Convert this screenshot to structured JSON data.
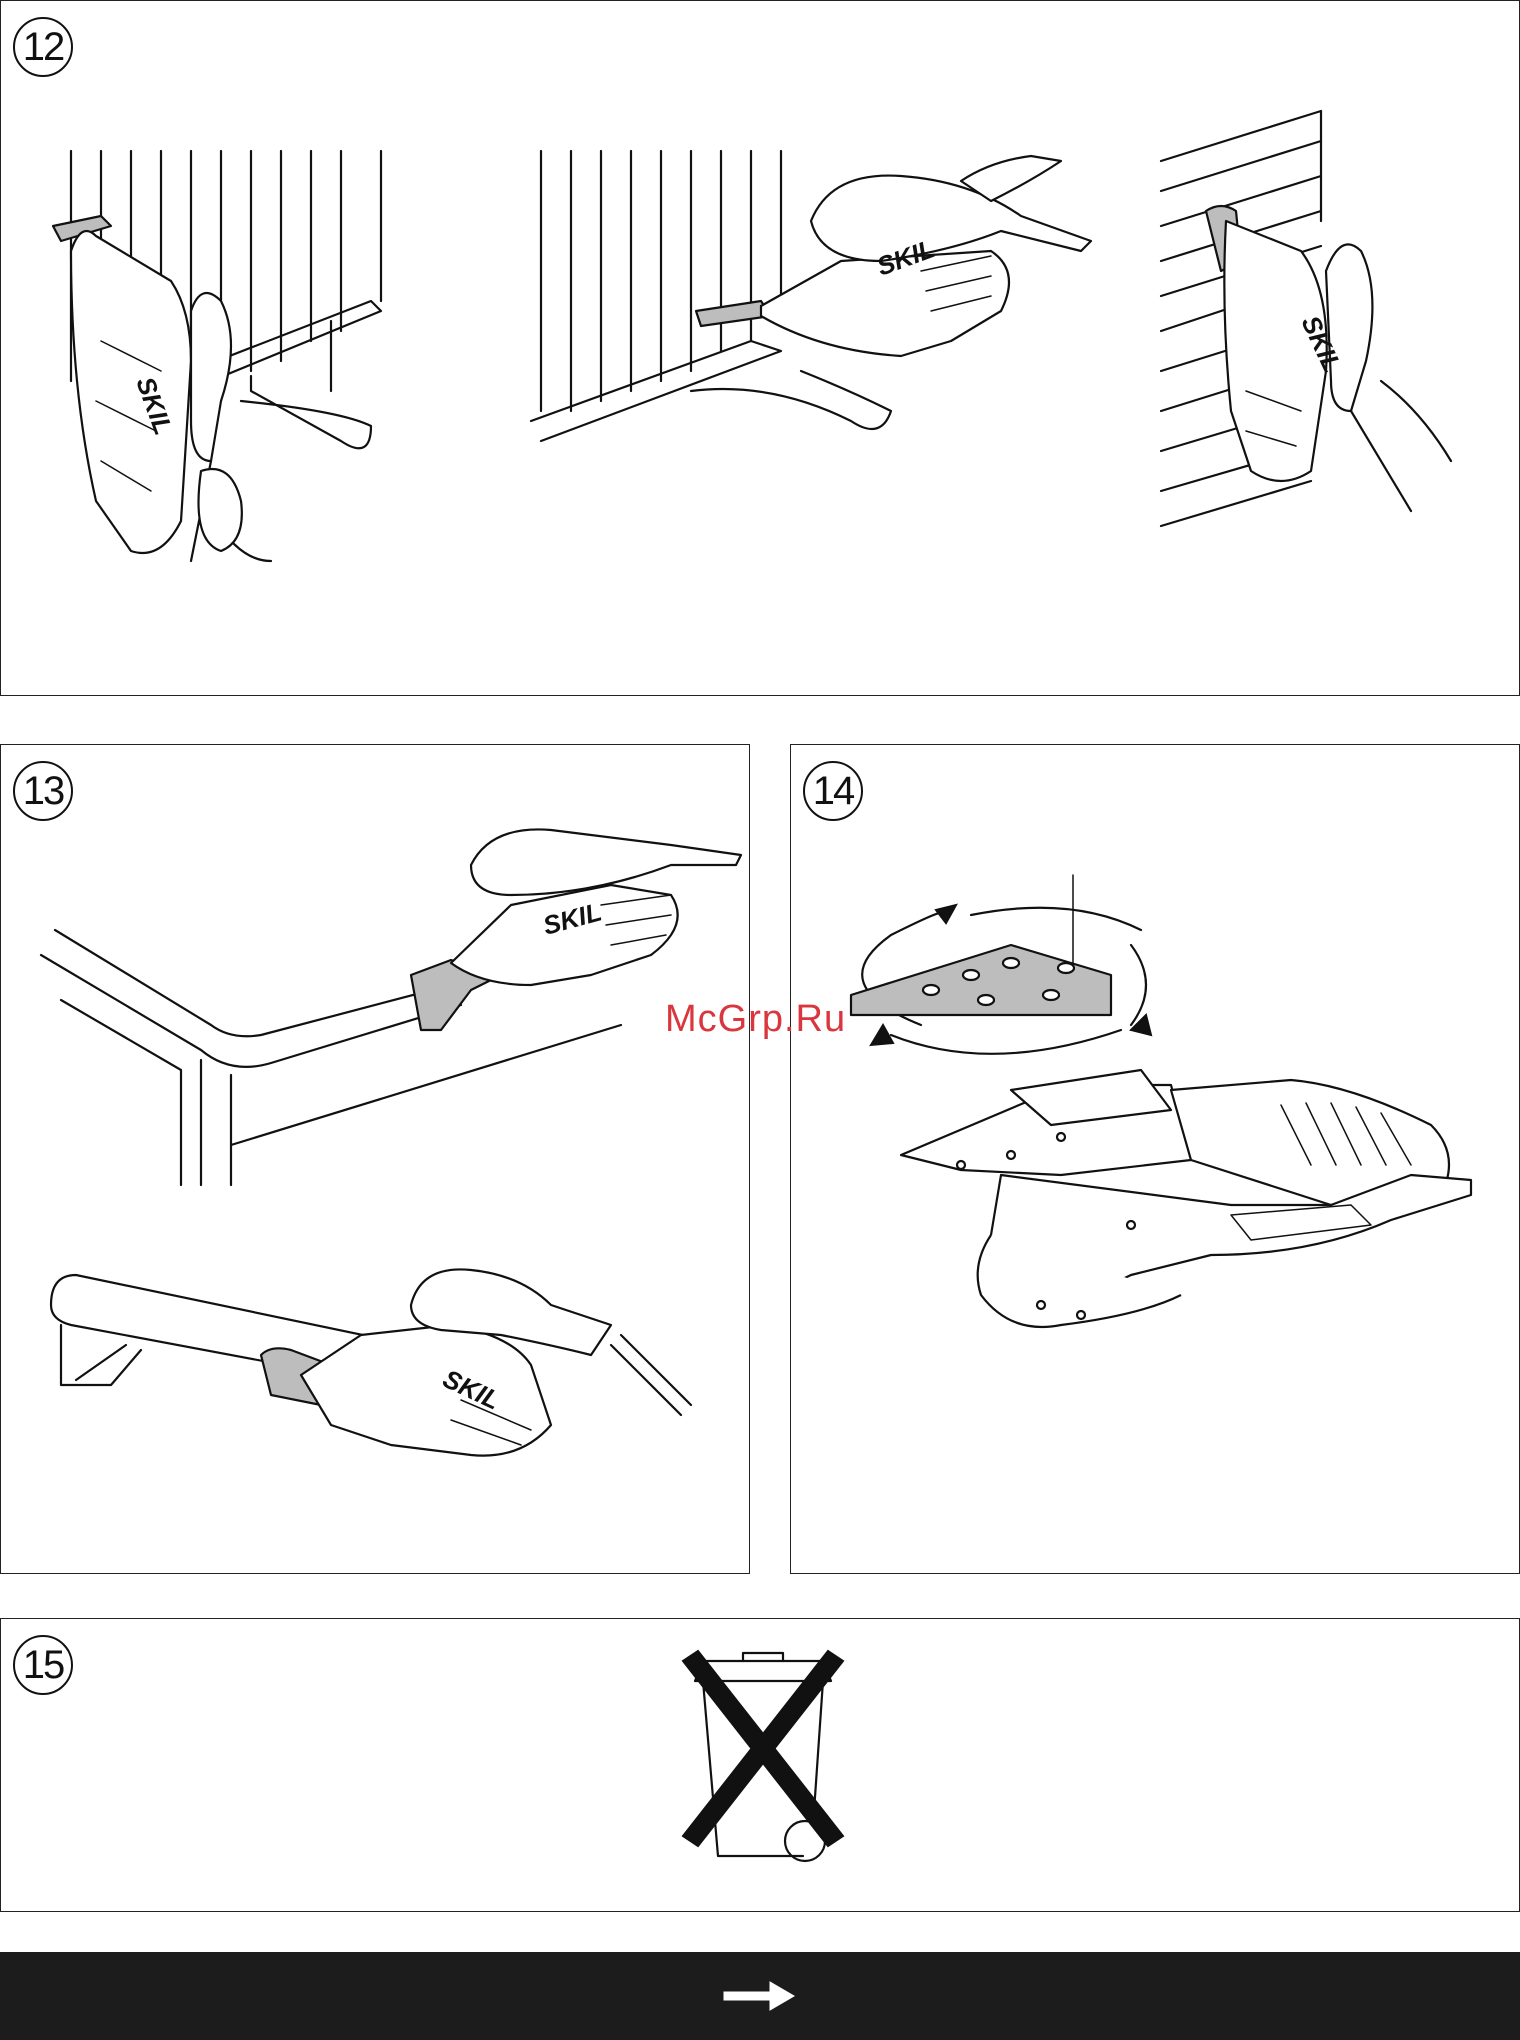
{
  "figures": {
    "fig12": {
      "number": "12",
      "brand": "SKIL"
    },
    "fig13": {
      "number": "13",
      "brand": "SKIL"
    },
    "fig14": {
      "number": "14"
    },
    "fig15": {
      "number": "15",
      "icon": "crossed-out-wheelie-bin-icon"
    }
  },
  "watermark": "McGrp.Ru",
  "footer": {
    "icon": "arrow-right-icon"
  },
  "colors": {
    "line": "#111111",
    "pad": "#bdbdbd",
    "watermark": "#d9363e",
    "footer": "#1c1c1c"
  }
}
